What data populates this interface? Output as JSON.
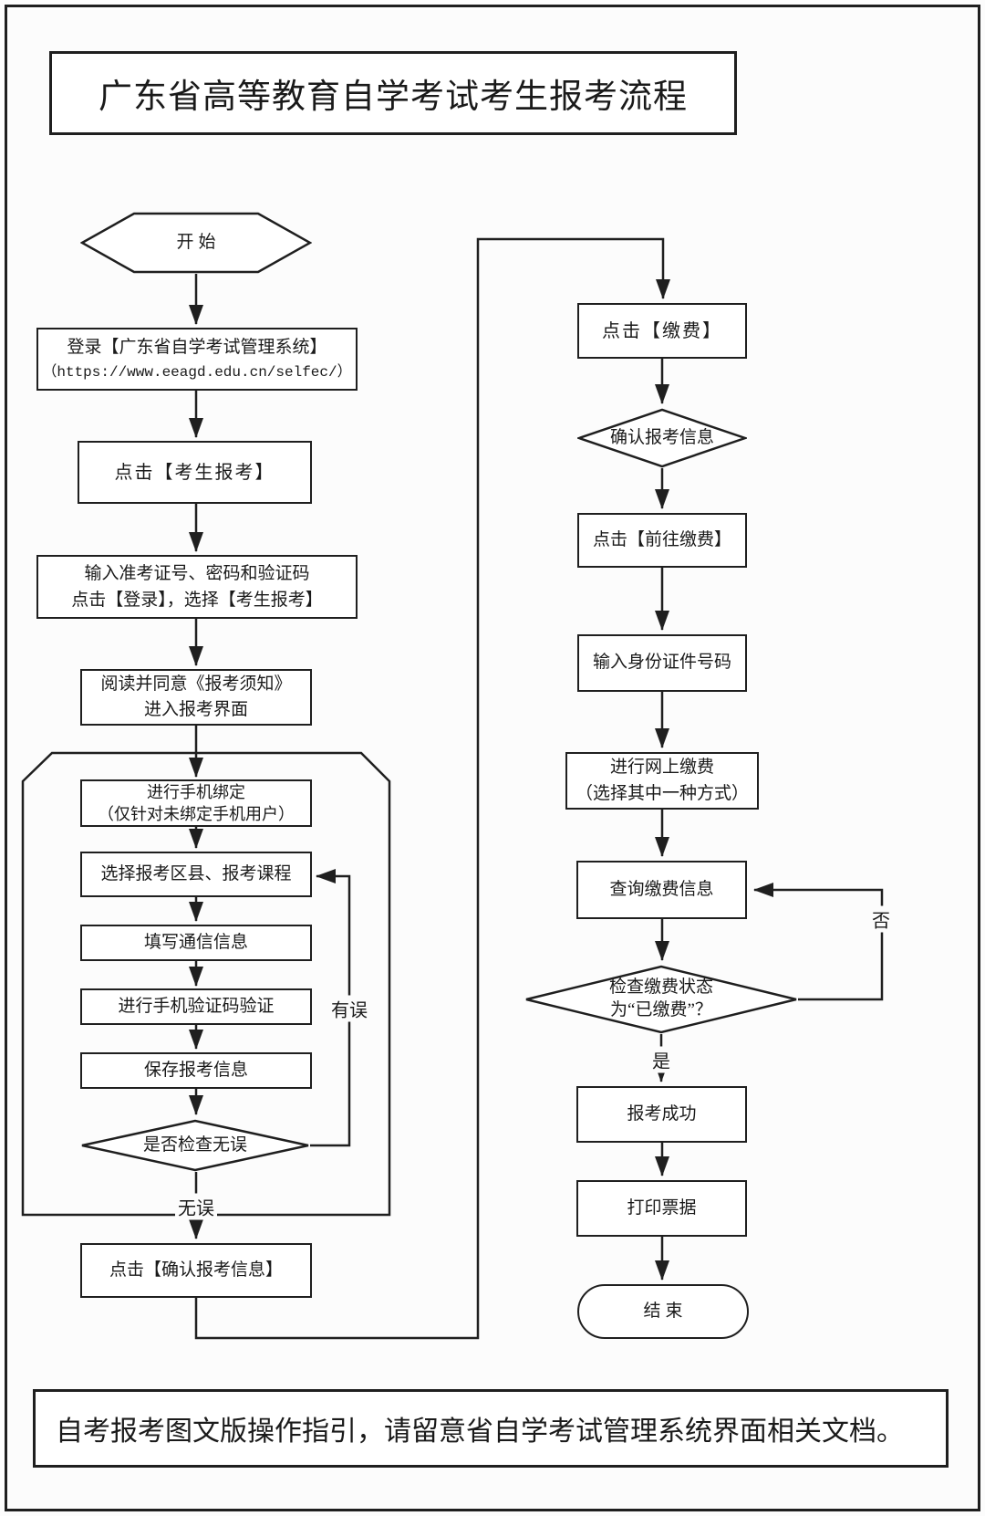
{
  "title": "广东省高等教育自学考试考生报考流程",
  "footer": {
    "note": "自考报考图文版操作指引，请留意省自学考试管理系统界面相关文档。"
  },
  "nodes": {
    "start": {
      "label": "开始",
      "shape": "terminator"
    },
    "login": {
      "line1": "登录【广东省自学考试管理系统】",
      "line2": "（https://www.eeagd.edu.cn/selfec/）",
      "shape": "process"
    },
    "click_candidate_register": {
      "label": "点击【考生报考】",
      "shape": "process"
    },
    "enter_credentials": {
      "line1": "输入准考证号、密码和验证码",
      "line2": "点击【登录】，选择【考生报考】",
      "shape": "process"
    },
    "read_notice": {
      "line1": "阅读并同意《报考须知》",
      "line2": "进入报考界面",
      "shape": "process"
    },
    "bind_phone": {
      "line1": "进行手机绑定",
      "line2": "（仅针对未绑定手机用户）",
      "shape": "process"
    },
    "select_district_courses": {
      "label": "选择报考区县、报考课程",
      "shape": "process"
    },
    "fill_contact_info": {
      "label": "填写通信信息",
      "shape": "process"
    },
    "sms_code_verify": {
      "label": "进行手机验证码验证",
      "shape": "process"
    },
    "save_register_info": {
      "label": "保存报考信息",
      "shape": "process"
    },
    "check_no_error": {
      "label": "是否检查无误",
      "shape": "decision"
    },
    "confirm_register_info": {
      "label": "点击【确认报考信息】",
      "shape": "process"
    },
    "click_pay": {
      "label": "点击【缴费】",
      "shape": "process"
    },
    "confirm_info_decision": {
      "label": "确认报考信息",
      "shape": "decision"
    },
    "go_to_pay": {
      "label": "点击【前往缴费】",
      "shape": "process"
    },
    "enter_id_number": {
      "label": "输入身份证件号码",
      "shape": "process"
    },
    "online_payment": {
      "line1": "进行网上缴费",
      "line2": "（选择其中一种方式）",
      "shape": "process"
    },
    "query_payment_info": {
      "label": "查询缴费信息",
      "shape": "process"
    },
    "check_paid_status": {
      "line1": "检查缴费状态",
      "line2": "为“已缴费”？",
      "shape": "decision"
    },
    "register_success": {
      "label": "报考成功",
      "shape": "process"
    },
    "print_receipt": {
      "label": "打印票据",
      "shape": "process"
    },
    "end": {
      "label": "结束",
      "shape": "terminator"
    }
  },
  "edge_labels": {
    "no_error": "无误",
    "has_error": "有误",
    "yes": "是",
    "no": "否"
  },
  "colors": {
    "line": "#1f1f1f",
    "background": "#fcfcfc",
    "node_fill": "#ffffff"
  }
}
